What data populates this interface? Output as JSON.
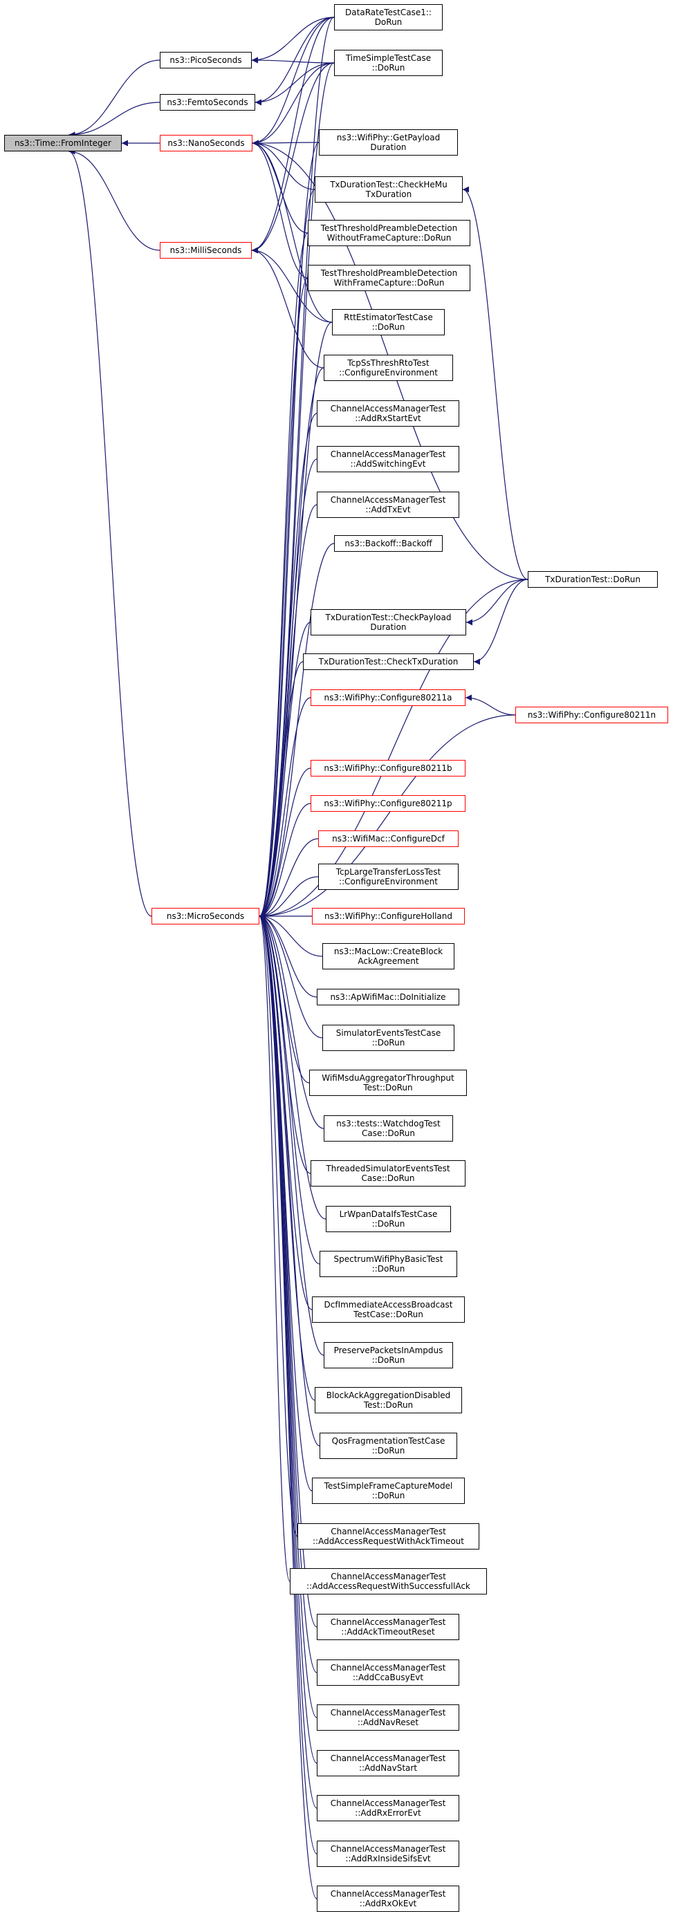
{
  "graph": {
    "colors": {
      "edge": "#191970",
      "border": "#000000",
      "truncated_border": "#ff0000",
      "focus_fill": "#bfbfbf"
    },
    "nodes": {
      "frominteger": {
        "label": "ns3::Time::FromInteger",
        "focus": true
      },
      "picoseconds": {
        "label": "ns3::PicoSeconds"
      },
      "femtoseconds": {
        "label": "ns3::FemtoSeconds"
      },
      "nanoseconds": {
        "label": "ns3::NanoSeconds",
        "truncated": true
      },
      "milliseconds": {
        "label": "ns3::MilliSeconds",
        "truncated": true
      },
      "microseconds": {
        "label": "ns3::MicroSeconds",
        "truncated": true
      },
      "dataratetest": {
        "label": "DataRateTestCase1::\nDoRun"
      },
      "timesimpletest": {
        "label": "TimeSimpleTestCase\n::DoRun"
      },
      "getpayloadduration": {
        "label": "ns3::WifiPhy::GetPayload\nDuration"
      },
      "checkhemu": {
        "label": "TxDurationTest::CheckHeMu\nTxDuration"
      },
      "preamblewithout": {
        "label": "TestThresholdPreambleDetection\nWithoutFrameCapture::DoRun"
      },
      "preamblewith": {
        "label": "TestThresholdPreambleDetection\nWithFrameCapture::DoRun"
      },
      "rttestimator": {
        "label": "RttEstimatorTestCase\n::DoRun"
      },
      "tcpssthresh": {
        "label": "TcpSsThreshRtoTest\n::ConfigureEnvironment"
      },
      "addrxstart": {
        "label": "ChannelAccessManagerTest\n::AddRxStartEvt"
      },
      "addswitching": {
        "label": "ChannelAccessManagerTest\n::AddSwitchingEvt"
      },
      "addtxevt": {
        "label": "ChannelAccessManagerTest\n::AddTxEvt"
      },
      "backoff": {
        "label": "ns3::Backoff::Backoff"
      },
      "txdurationdorun": {
        "label": "TxDurationTest::DoRun"
      },
      "checkpayload": {
        "label": "TxDurationTest::CheckPayload\nDuration"
      },
      "checktxduration": {
        "label": "TxDurationTest::CheckTxDuration"
      },
      "configure80211a": {
        "label": "ns3::WifiPhy::Configure80211a",
        "truncated": true
      },
      "configure80211n": {
        "label": "ns3::WifiPhy::Configure80211n",
        "truncated": true
      },
      "configure80211b": {
        "label": "ns3::WifiPhy::Configure80211b",
        "truncated": true
      },
      "configure80211p": {
        "label": "ns3::WifiPhy::Configure80211p",
        "truncated": true
      },
      "configuredcf": {
        "label": "ns3::WifiMac::ConfigureDcf",
        "truncated": true
      },
      "tcplargetransfer": {
        "label": "TcpLargeTransferLossTest\n::ConfigureEnvironment"
      },
      "configureholland": {
        "label": "ns3::WifiPhy::ConfigureHolland",
        "truncated": true
      },
      "createblockack": {
        "label": "ns3::MacLow::CreateBlock\nAckAgreement"
      },
      "apwifimacinit": {
        "label": "ns3::ApWifiMac::DoInitialize"
      },
      "simulatorevents": {
        "label": "SimulatorEventsTestCase\n::DoRun"
      },
      "msduaggregator": {
        "label": "WifiMsduAggregatorThroughput\nTest::DoRun"
      },
      "watchdogtest": {
        "label": "ns3::tests::WatchdogTest\nCase::DoRun"
      },
      "threadedsimulator": {
        "label": "ThreadedSimulatorEventsTest\nCase::DoRun"
      },
      "lrwpandataifs": {
        "label": "LrWpanDataIfsTestCase\n::DoRun"
      },
      "spectrumwifiphy": {
        "label": "SpectrumWifiPhyBasicTest\n::DoRun"
      },
      "dcfimmediate": {
        "label": "DcfImmediateAccessBroadcast\nTestCase::DoRun"
      },
      "preservepackets": {
        "label": "PreservePacketsInAmpdus\n::DoRun"
      },
      "blockackdisabled": {
        "label": "BlockAckAggregationDisabled\nTest::DoRun"
      },
      "qosfragmentation": {
        "label": "QosFragmentationTestCase\n::DoRun"
      },
      "simpleframecapture": {
        "label": "TestSimpleFrameCaptureModel\n::DoRun"
      },
      "addaccessacktimeout": {
        "label": "ChannelAccessManagerTest\n::AddAccessRequestWithAckTimeout"
      },
      "addaccesssuccessfull": {
        "label": "ChannelAccessManagerTest\n::AddAccessRequestWithSuccessfullAck"
      },
      "addacktimeoutreset": {
        "label": "ChannelAccessManagerTest\n::AddAckTimeoutReset"
      },
      "addccabusy": {
        "label": "ChannelAccessManagerTest\n::AddCcaBusyEvt"
      },
      "addnavreset": {
        "label": "ChannelAccessManagerTest\n::AddNavReset"
      },
      "addnavstart": {
        "label": "ChannelAccessManagerTest\n::AddNavStart"
      },
      "addrxerror": {
        "label": "ChannelAccessManagerTest\n::AddRxErrorEvt"
      },
      "addrxinsidesifs": {
        "label": "ChannelAccessManagerTest\n::AddRxInsideSifsEvt"
      },
      "addrxok": {
        "label": "ChannelAccessManagerTest\n::AddRxOkEvt"
      }
    },
    "edges": [
      [
        "picoseconds",
        "frominteger"
      ],
      [
        "femtoseconds",
        "frominteger"
      ],
      [
        "nanoseconds",
        "frominteger"
      ],
      [
        "milliseconds",
        "frominteger"
      ],
      [
        "microseconds",
        "frominteger"
      ],
      [
        "dataratetest",
        "picoseconds"
      ],
      [
        "timesimpletest",
        "picoseconds"
      ],
      [
        "dataratetest",
        "femtoseconds"
      ],
      [
        "timesimpletest",
        "femtoseconds"
      ],
      [
        "dataratetest",
        "nanoseconds"
      ],
      [
        "timesimpletest",
        "nanoseconds"
      ],
      [
        "getpayloadduration",
        "nanoseconds"
      ],
      [
        "checkhemu",
        "nanoseconds"
      ],
      [
        "preamblewithout",
        "nanoseconds"
      ],
      [
        "preamblewith",
        "nanoseconds"
      ],
      [
        "rttestimator",
        "nanoseconds"
      ],
      [
        "txdurationdorun",
        "nanoseconds"
      ],
      [
        "dataratetest",
        "milliseconds"
      ],
      [
        "timesimpletest",
        "milliseconds"
      ],
      [
        "rttestimator",
        "milliseconds"
      ],
      [
        "tcpssthresh",
        "milliseconds"
      ],
      [
        "txdurationdorun",
        "checkhemu"
      ],
      [
        "txdurationdorun",
        "checkpayload"
      ],
      [
        "txdurationdorun",
        "checktxduration"
      ],
      [
        "configure80211n",
        "configure80211a"
      ],
      [
        "dataratetest",
        "microseconds"
      ],
      [
        "timesimpletest",
        "microseconds"
      ],
      [
        "getpayloadduration",
        "microseconds"
      ],
      [
        "checkhemu",
        "microseconds"
      ],
      [
        "preamblewithout",
        "microseconds"
      ],
      [
        "preamblewith",
        "microseconds"
      ],
      [
        "rttestimator",
        "microseconds"
      ],
      [
        "tcpssthresh",
        "microseconds"
      ],
      [
        "addrxstart",
        "microseconds"
      ],
      [
        "addswitching",
        "microseconds"
      ],
      [
        "addtxevt",
        "microseconds"
      ],
      [
        "backoff",
        "microseconds"
      ],
      [
        "txdurationdorun",
        "microseconds"
      ],
      [
        "checkpayload",
        "microseconds"
      ],
      [
        "checktxduration",
        "microseconds"
      ],
      [
        "configure80211a",
        "microseconds"
      ],
      [
        "configure80211n",
        "microseconds"
      ],
      [
        "configure80211b",
        "microseconds"
      ],
      [
        "configure80211p",
        "microseconds"
      ],
      [
        "configuredcf",
        "microseconds"
      ],
      [
        "tcplargetransfer",
        "microseconds"
      ],
      [
        "configureholland",
        "microseconds"
      ],
      [
        "createblockack",
        "microseconds"
      ],
      [
        "apwifimacinit",
        "microseconds"
      ],
      [
        "simulatorevents",
        "microseconds"
      ],
      [
        "msduaggregator",
        "microseconds"
      ],
      [
        "watchdogtest",
        "microseconds"
      ],
      [
        "threadedsimulator",
        "microseconds"
      ],
      [
        "lrwpandataifs",
        "microseconds"
      ],
      [
        "spectrumwifiphy",
        "microseconds"
      ],
      [
        "dcfimmediate",
        "microseconds"
      ],
      [
        "preservepackets",
        "microseconds"
      ],
      [
        "blockackdisabled",
        "microseconds"
      ],
      [
        "qosfragmentation",
        "microseconds"
      ],
      [
        "simpleframecapture",
        "microseconds"
      ],
      [
        "addaccessacktimeout",
        "microseconds"
      ],
      [
        "addaccesssuccessfull",
        "microseconds"
      ],
      [
        "addacktimeoutreset",
        "microseconds"
      ],
      [
        "addccabusy",
        "microseconds"
      ],
      [
        "addnavreset",
        "microseconds"
      ],
      [
        "addnavstart",
        "microseconds"
      ],
      [
        "addrxerror",
        "microseconds"
      ],
      [
        "addrxinsidesifs",
        "microseconds"
      ],
      [
        "addrxok",
        "microseconds"
      ]
    ]
  }
}
